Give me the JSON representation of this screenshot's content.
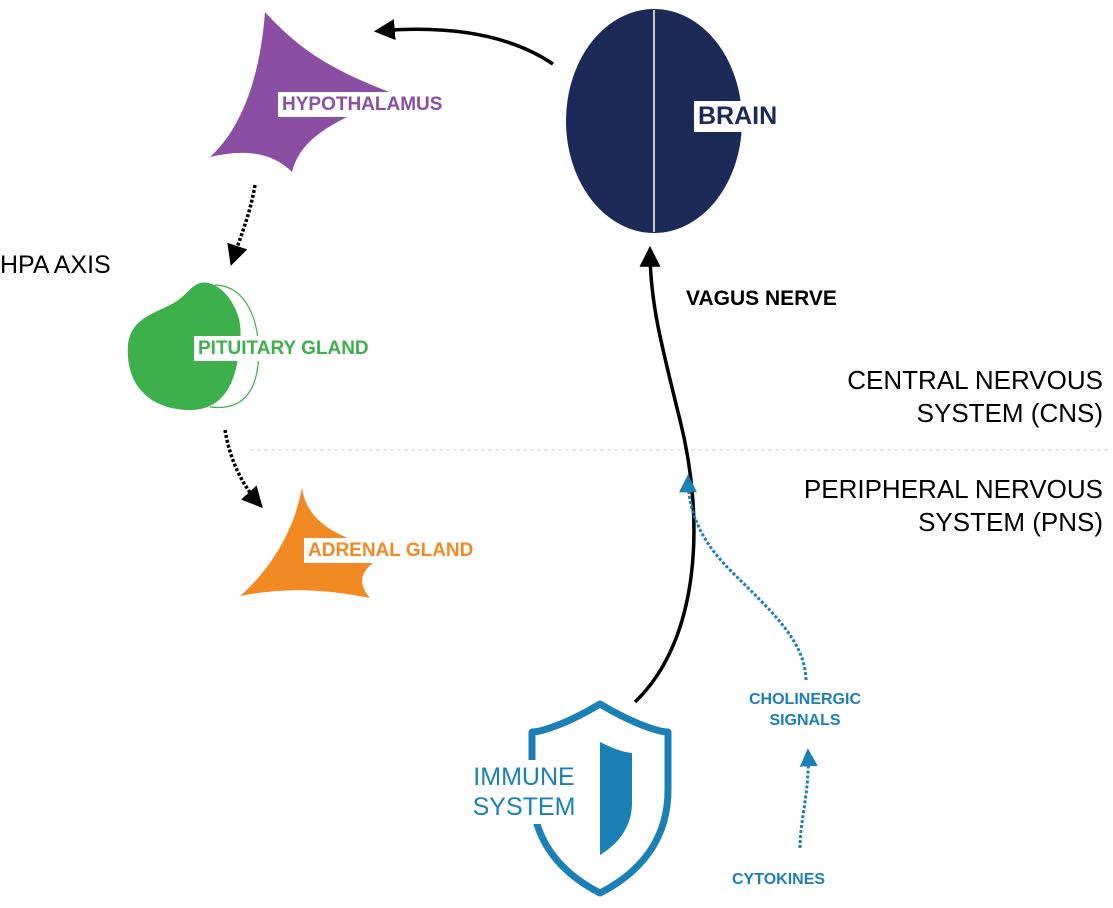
{
  "nodes": {
    "brain": {
      "label": "BRAIN",
      "color": "#1b2a57"
    },
    "hypothalamus": {
      "label": "HYPOTHALAMUS",
      "color": "#8a4ea3"
    },
    "pituitary": {
      "label": "PITUITARY GLAND",
      "color": "#3db04b"
    },
    "adrenal": {
      "label": "ADRENAL GLAND",
      "color": "#f28a24"
    },
    "immune": {
      "label_line1": "IMMUNE",
      "label_line2": "SYSTEM",
      "color": "#1a80b6"
    }
  },
  "labels": {
    "hpa_axis": "HPA AXIS",
    "vagus_nerve": "VAGUS NERVE",
    "cns_line1": "CENTRAL NERVOUS",
    "cns_line2": "SYSTEM (CNS)",
    "pns_line1": "PERIPHERAL NERVOUS",
    "pns_line2": "SYSTEM (PNS)",
    "cholinergic_line1": "CHOLINERGIC",
    "cholinergic_line2": "SIGNALS",
    "cytokines": "CYTOKINES"
  },
  "colors": {
    "arrow": "#000000",
    "signal": "#1a80b6",
    "divider": "#cccccc"
  }
}
